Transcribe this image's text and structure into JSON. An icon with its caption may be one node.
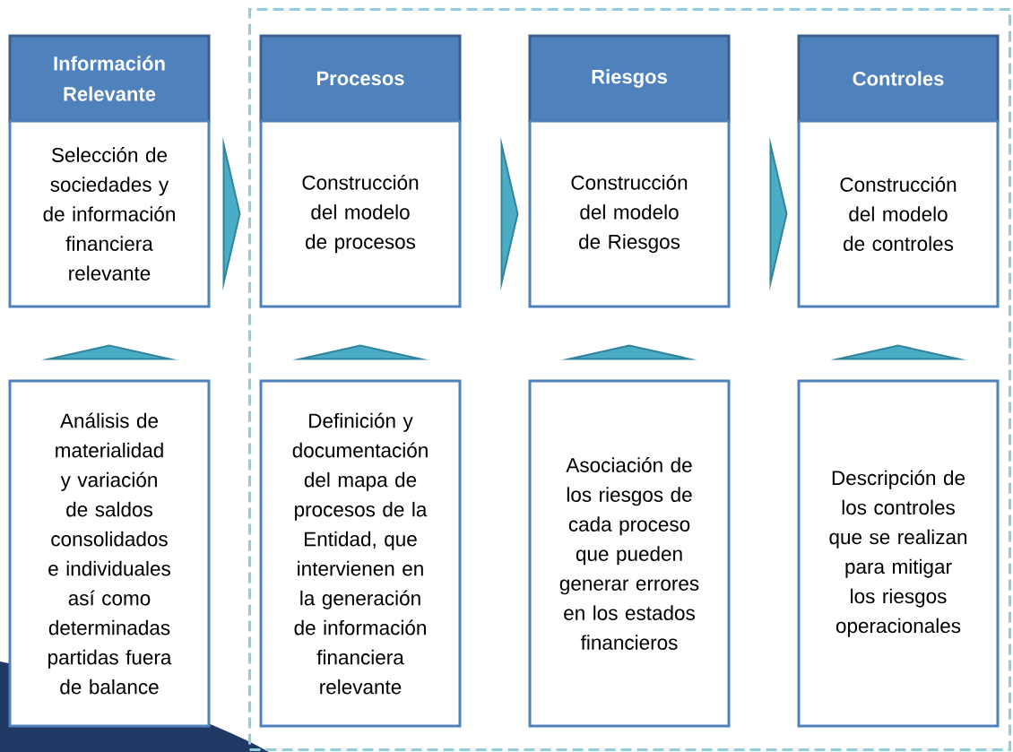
{
  "diagram": {
    "nodes": [
      {
        "text": [
          "Información Relevante"
        ]
      },
      {
        "text": [
          "Selección de sociedades y de información financiera relevante"
        ]
      },
      {
        "text": [
          "Análisis de materialidad y variación de saldos consolidados e individuales así como determinadas partidas fuera de balance"
        ]
      },
      {
        "text": [],
        "shape": "box"
      },
      {
        "text": [
          "Procesos"
        ],
        "in": 3
      },
      {
        "text": [
          "Construcción del modelo de procesos"
        ],
        "in": 3
      },
      {
        "text": [
          "Definición y documentación del mapa de procesos de la Entidad, que intervienen en la generación de información financiera relevante"
        ],
        "in": 3
      },
      {
        "text": [
          "Riesgos"
        ],
        "in": 3
      },
      {
        "text": [
          "Construcción del modelo de Riesgos"
        ],
        "in": 3
      },
      {
        "text": [
          "Asociación de los riesgos de cada proceso que pueden generar errores en los estados financieros"
        ],
        "in": 3
      },
      {
        "text": [
          "Controles"
        ],
        "in": 3
      },
      {
        "text": [
          "Construcción del modelo de controles"
        ],
        "in": 3
      },
      {
        "text": [
          "Descripción de los controles que se realizan para mitigar los riesgos operacionales"
        ],
        "in": 3
      }
    ],
    "edges": [
      {
        "from": 1,
        "to": 5,
        "arrow": "to"
      },
      {
        "from": 5,
        "to": 8,
        "arrow": "to"
      },
      {
        "from": 8,
        "to": 11,
        "arrow": "to"
      },
      {
        "from": 2,
        "to": 1,
        "arrow": "to"
      },
      {
        "from": 6,
        "to": 5,
        "arrow": "to"
      },
      {
        "from": 9,
        "to": 8,
        "arrow": "to"
      },
      {
        "from": 12,
        "to": 11,
        "arrow": "to"
      }
    ]
  }
}
